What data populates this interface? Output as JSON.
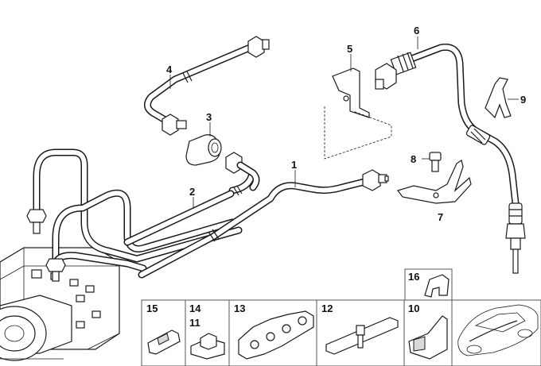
{
  "callouts": {
    "c1": "1",
    "c2": "2",
    "c3": "3",
    "c4": "4",
    "c5": "5",
    "c6": "6",
    "c7": "7",
    "c8": "8",
    "c9": "9"
  },
  "legend": {
    "b15": "15",
    "b14": "14",
    "b11": "11",
    "b13": "13",
    "b12": "12",
    "b10": "10",
    "b16": "16"
  }
}
